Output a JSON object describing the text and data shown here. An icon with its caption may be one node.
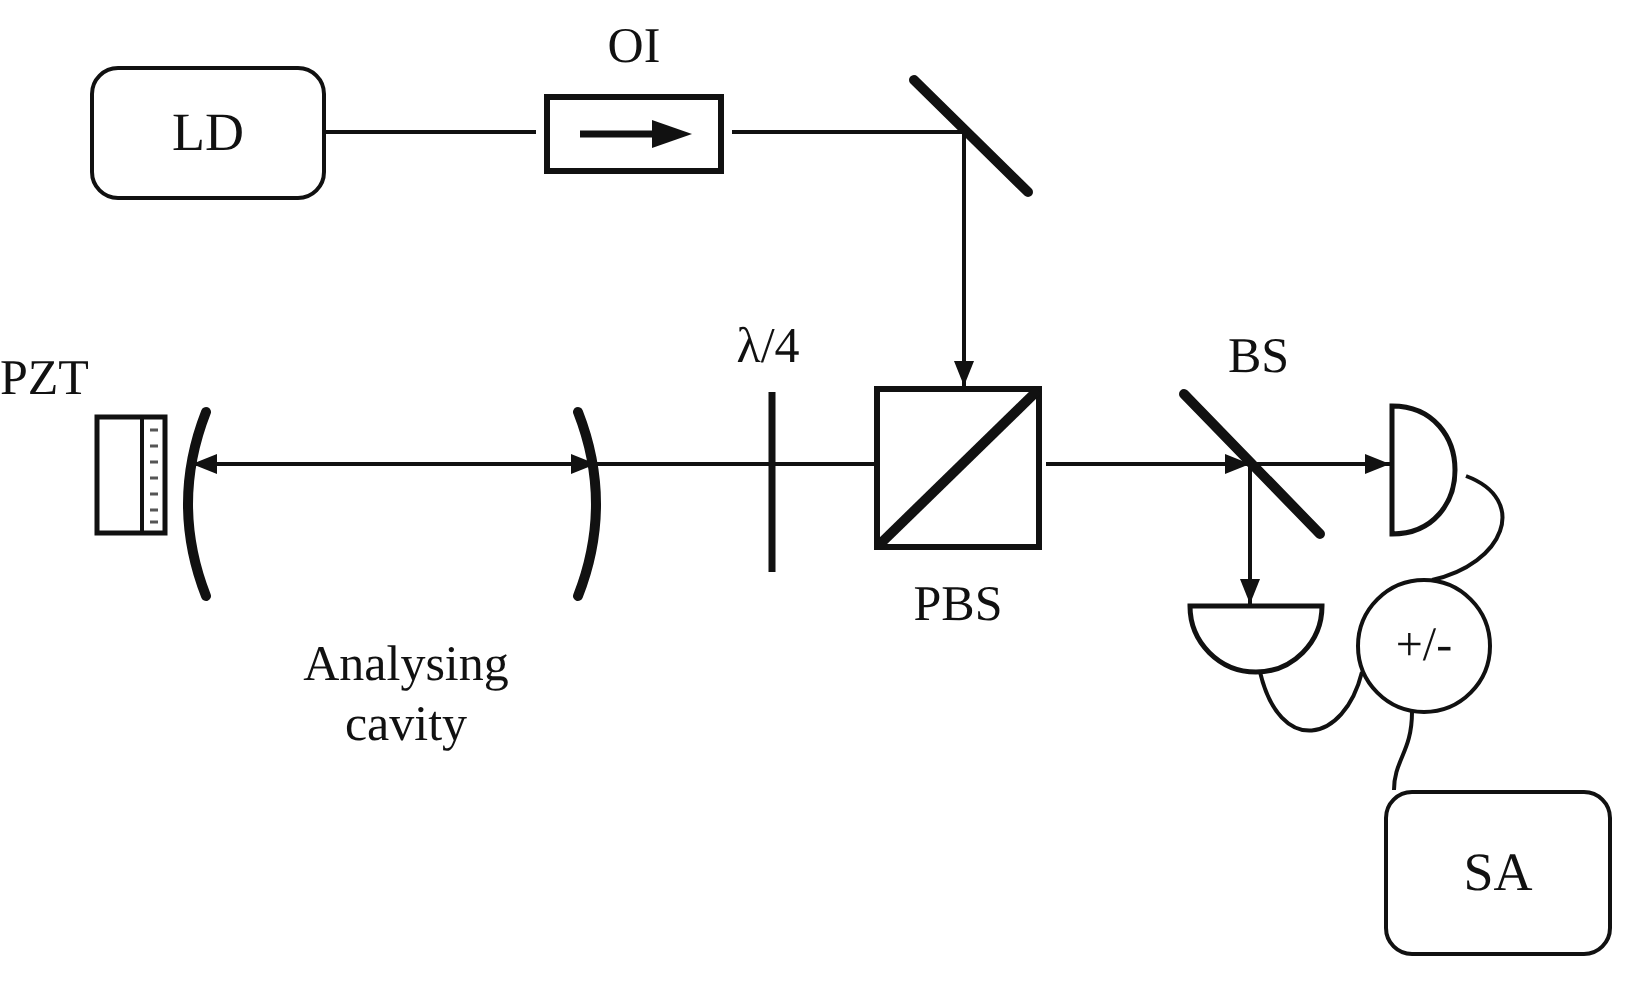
{
  "diagram": {
    "nodes": [
      {
        "text": [
          "LD"
        ]
      },
      {
        "text": [
          "OI"
        ]
      },
      {
        "text": [],
        "shape": "mirror"
      },
      {
        "text": [
          "PZT"
        ]
      },
      {
        "text": [],
        "shape": "mirror"
      },
      {
        "text": [],
        "shape": "mirror"
      },
      {
        "text": [
          "λ/4"
        ]
      },
      {
        "text": [
          "PBS"
        ]
      },
      {
        "text": [
          "BS"
        ]
      },
      {
        "text": [],
        "shape": "semicircle"
      },
      {
        "text": [],
        "shape": "semicircle"
      },
      {
        "text": [
          "+/-"
        ]
      },
      {
        "text": [
          "SA"
        ]
      }
    ],
    "edges": [
      {
        "from": 0,
        "to": 1,
        "arrow": "none"
      },
      {
        "from": 1,
        "to": 2,
        "arrow": "none"
      },
      {
        "from": 2,
        "to": 7,
        "arrow": "to"
      },
      {
        "from": 7,
        "to": 6,
        "arrow": "none"
      },
      {
        "from": 6,
        "to": 5,
        "arrow": "none"
      },
      {
        "from": 5,
        "to": 4,
        "arrow": "both"
      },
      {
        "from": 7,
        "to": 8,
        "arrow": "to"
      },
      {
        "from": 8,
        "to": 9,
        "arrow": "to"
      },
      {
        "from": 8,
        "to": 10,
        "arrow": "to"
      },
      {
        "from": 9,
        "to": 11,
        "arrow": "none"
      },
      {
        "from": 10,
        "to": 11,
        "arrow": "none"
      },
      {
        "from": 11,
        "to": 12,
        "arrow": "none"
      }
    ],
    "labels": [
      "Analysing cavity"
    ]
  }
}
